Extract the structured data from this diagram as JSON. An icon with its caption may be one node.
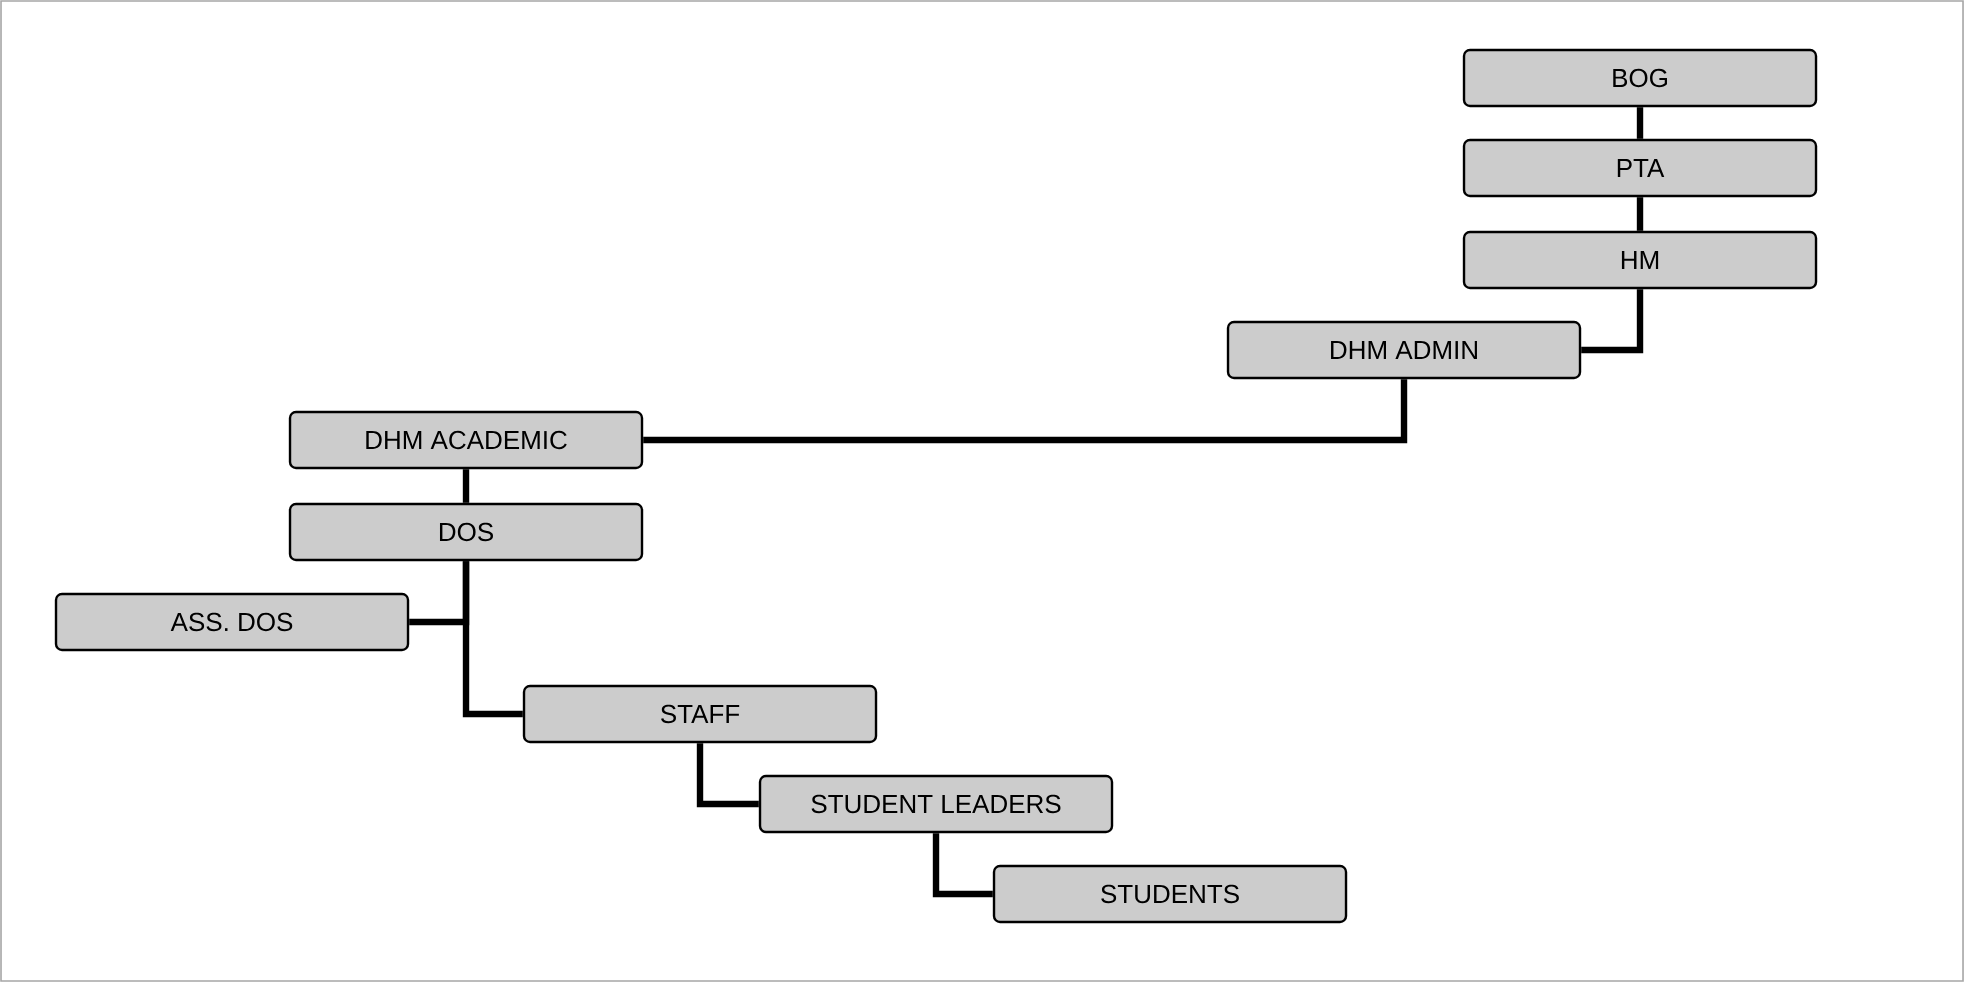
{
  "diagram": {
    "nodes": [
      {
        "text": [
          "BOG"
        ]
      },
      {
        "text": [
          "PTA"
        ]
      },
      {
        "text": [
          "HM"
        ]
      },
      {
        "text": [
          "DHM ADMIN"
        ]
      },
      {
        "text": [
          "DHM ACADEMIC"
        ]
      },
      {
        "text": [
          "DOS"
        ]
      },
      {
        "text": [
          "ASS. DOS"
        ]
      },
      {
        "text": [
          "STAFF"
        ]
      },
      {
        "text": [
          "STUDENT LEADERS"
        ]
      },
      {
        "text": [
          "STUDENTS"
        ]
      }
    ],
    "edges": [
      {
        "from": 0,
        "to": 1,
        "arrow": "none"
      },
      {
        "from": 1,
        "to": 2,
        "arrow": "none"
      },
      {
        "from": 2,
        "to": 3,
        "arrow": "none"
      },
      {
        "from": 3,
        "to": 4,
        "arrow": "none"
      },
      {
        "from": 4,
        "to": 5,
        "arrow": "none"
      },
      {
        "from": 5,
        "to": 6,
        "arrow": "none"
      },
      {
        "from": 5,
        "to": 7,
        "arrow": "none"
      },
      {
        "from": 7,
        "to": 8,
        "arrow": "none"
      },
      {
        "from": 8,
        "to": 9,
        "arrow": "none"
      }
    ]
  }
}
